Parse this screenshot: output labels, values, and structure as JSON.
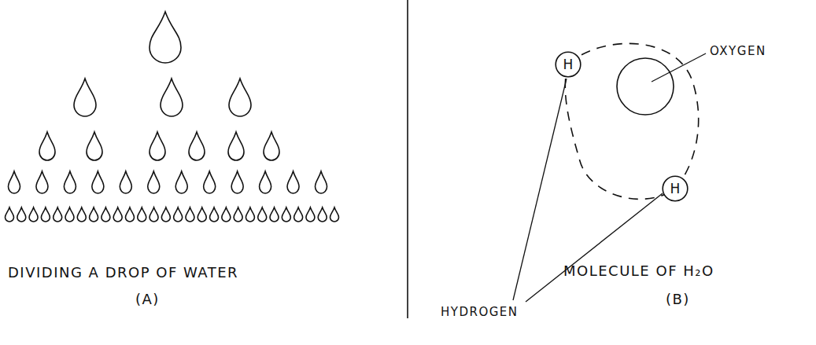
{
  "diagram": {
    "nodes": [
      {
        "text": [
          "H"
        ]
      },
      {
        "text": [
          "H"
        ]
      }
    ],
    "labels": [
      "DIVIDING A DROP OF WATER",
      "(A)",
      "OXYGEN",
      "HYDROGEN",
      "MOLECULE OF H₂O",
      "(B)"
    ]
  }
}
